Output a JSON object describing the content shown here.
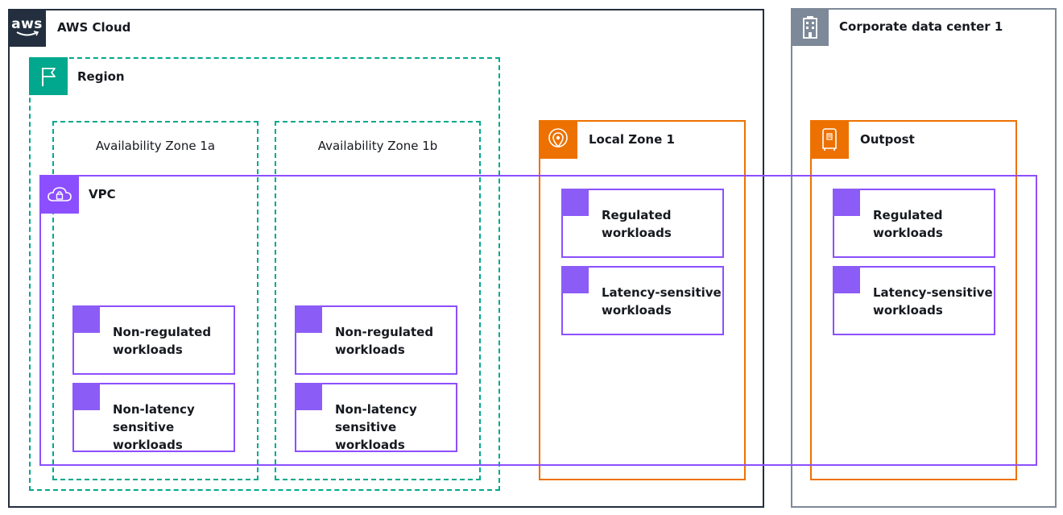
{
  "aws_cloud": {
    "label": "AWS Cloud",
    "logo_text": "aws",
    "color": "#232f3e"
  },
  "corporate_dc": {
    "label": "Corporate data center 1",
    "color": "#7d8998"
  },
  "region": {
    "label": "Region",
    "color": "#01a88d"
  },
  "availability_zones": [
    {
      "label": "Availability Zone 1a"
    },
    {
      "label": "Availability Zone 1b"
    }
  ],
  "local_zone": {
    "label": "Local Zone 1",
    "color": "#ed7100"
  },
  "outpost": {
    "label": "Outpost",
    "color": "#ed7100"
  },
  "vpc": {
    "label": "VPC",
    "color": "#8c4fff"
  },
  "workloads": {
    "az1a": [
      {
        "line1": "Non-regulated",
        "line2": "workloads"
      },
      {
        "line1": "Non-latency",
        "line2": "sensitive workloads"
      }
    ],
    "az1b": [
      {
        "line1": "Non-regulated",
        "line2": "workloads"
      },
      {
        "line1": "Non-latency",
        "line2": "sensitive workloads"
      }
    ],
    "local_zone": [
      {
        "line1": "Regulated",
        "line2": "workloads"
      },
      {
        "line1": "Latency-sensitive",
        "line2": "workloads"
      }
    ],
    "outpost": [
      {
        "line1": "Regulated",
        "line2": "workloads"
      },
      {
        "line1": "Latency-sensitive",
        "line2": "workloads"
      }
    ]
  }
}
